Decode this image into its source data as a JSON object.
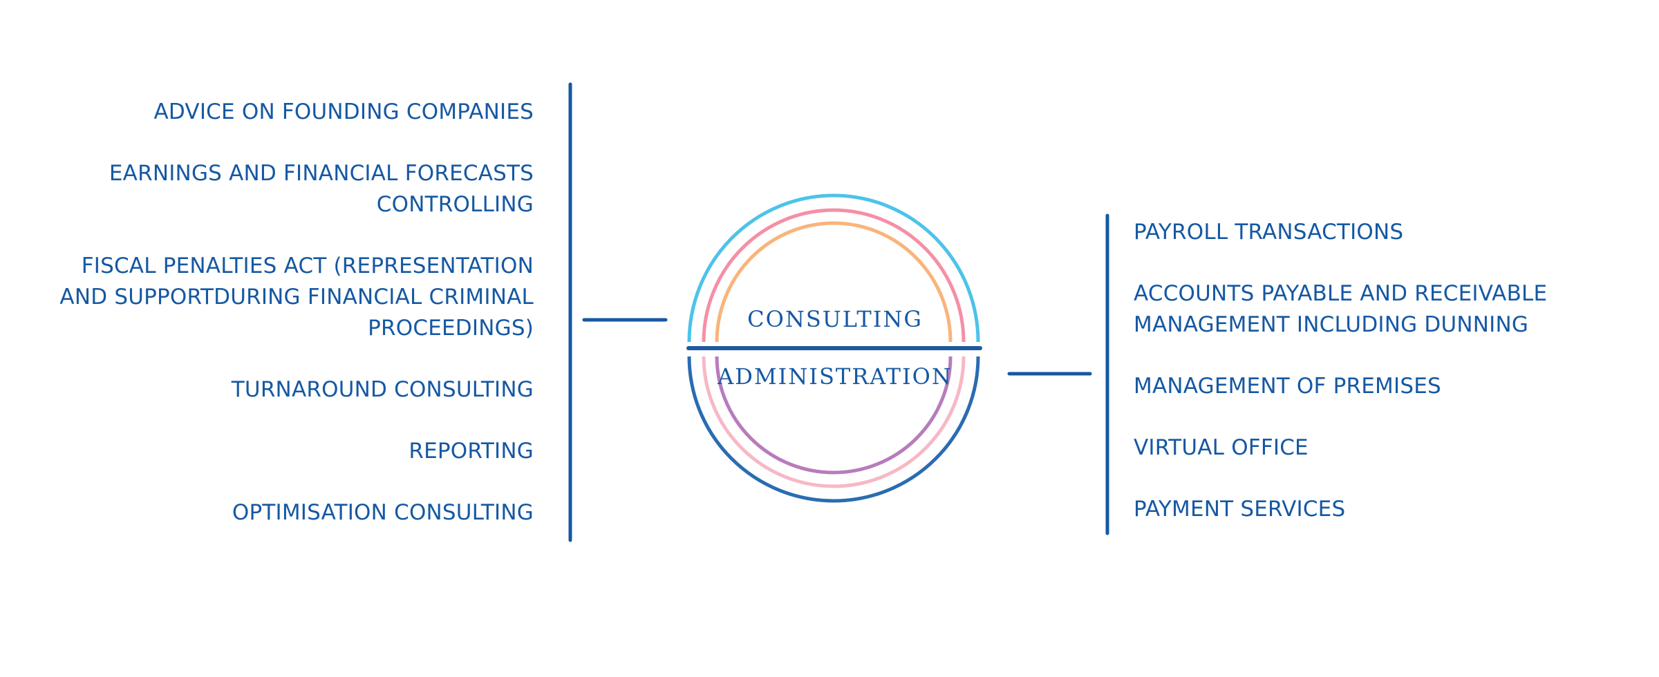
{
  "circle": {
    "top_label": "CONSULTING",
    "bottom_label": "ADMINISTRATION"
  },
  "consulting_items": [
    "ADVICE ON FOUNDING COMPANIES",
    "EARNINGS AND FINANCIAL FORECASTS CONTROLLING",
    "FISCAL PENALTIES ACT (REPRESENTATION AND SUPPORTDURING FINANCIAL CRIMINAL PROCEEDINGS)",
    "TURNAROUND CONSULTING",
    "REPORTING",
    "OPTIMISATION CONSULTING"
  ],
  "administration_items": [
    "PAYROLL TRANSACTIONS",
    "ACCOUNTS PAYABLE AND RECEIVABLE MANAGEMENT INCLUDING DUNNING",
    "MANAGEMENT OF PREMISES",
    "VIRTUAL OFFICE",
    "PAYMENT SERVICES"
  ],
  "colors": {
    "text": "#1558a3",
    "bracket": "#1558a3",
    "divider": "#1e5aa0",
    "arc_top_outer": "#4cc3ea",
    "arc_top_middle": "#f58fa6",
    "arc_top_inner": "#f9b47a",
    "arc_bottom_outer": "#2a6cb1",
    "arc_bottom_middle": "#f7b8c6",
    "arc_bottom_inner": "#b77cbc"
  }
}
